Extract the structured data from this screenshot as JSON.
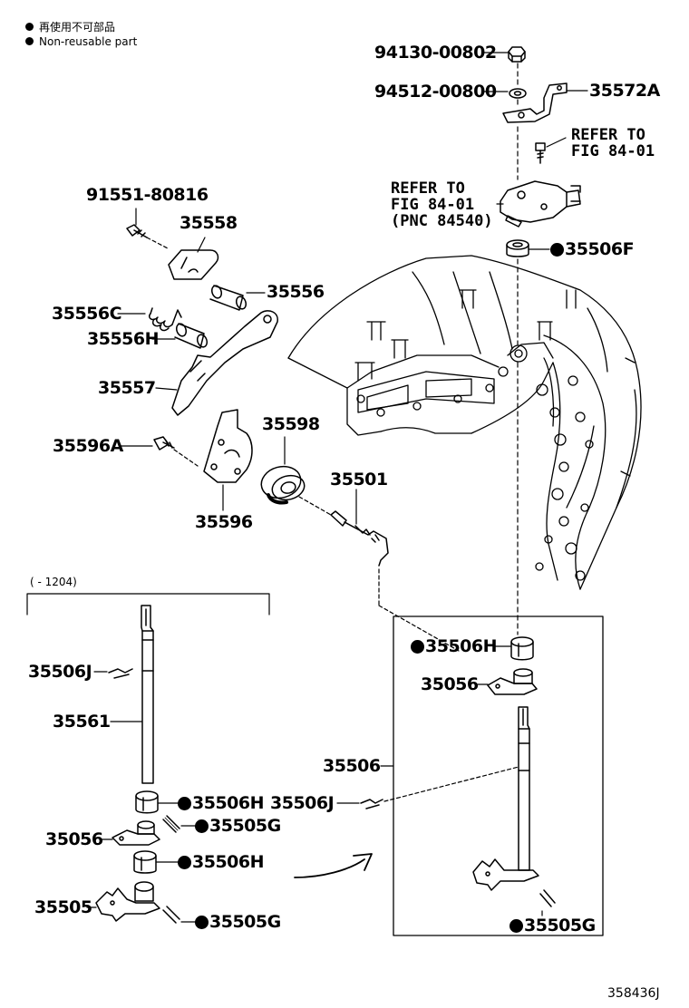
{
  "legend": {
    "jp": "再使用不可部品",
    "en": "Non-reusable part"
  },
  "labels": {
    "p94130": "94130-00802",
    "p94512": "94512-00800",
    "p35572A": "35572A",
    "refer1": [
      "REFER TO",
      "FIG 84-01"
    ],
    "refer2": [
      "REFER TO",
      "FIG 84-01",
      "(PNC 84540)"
    ],
    "p35506F": "35506F",
    "p91551": "91551-80816",
    "p35558": "35558",
    "p35556": "35556",
    "p35556C": "35556C",
    "p35556H": "35556H",
    "p35557": "35557",
    "p35596A": "35596A",
    "p35596": "35596",
    "p35598": "35598",
    "p35501": "35501",
    "range": "(      - 1204)",
    "p35506J_left": "35506J",
    "p35561": "35561",
    "p35506H_1": "35506H",
    "p35505G_1": "35505G",
    "p35056_left": "35056",
    "p35506H_2": "35506H",
    "p35505": "35505",
    "p35505G_2": "35505G",
    "p35506H_box": "35506H",
    "p35056_box": "35056",
    "p35506": "35506",
    "p35506J_right": "35506J",
    "p35505G_box": "35505G"
  },
  "figure_id": "358436J"
}
